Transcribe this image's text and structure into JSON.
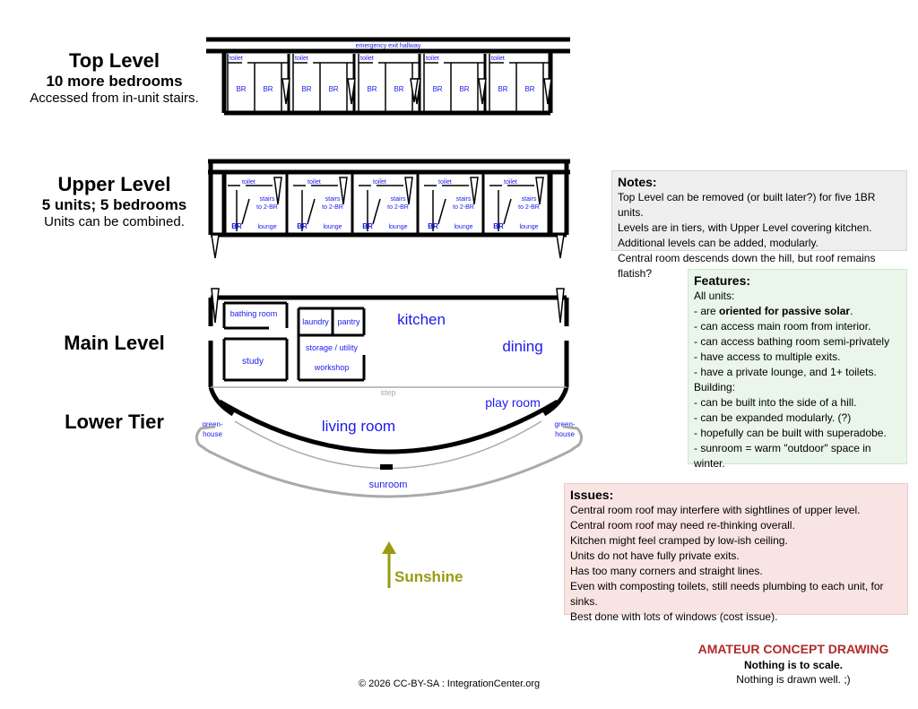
{
  "levels": {
    "top": {
      "title": "Top Level",
      "subtitle": "10 more bedrooms",
      "note": "Accessed from in-unit stairs."
    },
    "upper": {
      "title": "Upper Level",
      "subtitle": "5 units; 5 bedrooms",
      "note": "Units can be combined."
    },
    "main": {
      "title": "Main Level"
    },
    "lower": {
      "title": "Lower Tier"
    }
  },
  "plan": {
    "emergency_hallway": "emergency exit hallway",
    "toilet": "toilet",
    "br": "BR",
    "stairs_1": "stairs",
    "stairs_2": "to 2-BR",
    "lounge": "lounge",
    "bathing_room": "bathing room",
    "study": "study",
    "laundry": "laundry",
    "pantry": "pantry",
    "storage": "storage / utility",
    "workshop": "workshop",
    "kitchen": "kitchen",
    "dining": "dining",
    "step": "step",
    "play_room": "play room",
    "living_room": "living room",
    "greenhouse_1": "green-",
    "greenhouse_2": "house",
    "sunroom": "sunroom",
    "sunshine": "Sunshine"
  },
  "notes": {
    "heading": "Notes:",
    "lines": [
      "Top Level can be removed (or built later?) for five 1BR units.",
      "Levels are in tiers, with Upper Level covering kitchen.",
      "Additional levels can be added, modularly.",
      "Central room descends down the hill, but roof remains flatish?"
    ]
  },
  "features": {
    "heading": "Features:",
    "all_units": "All units:",
    "passive_pre": "- are ",
    "passive_bold": "oriented for passive solar",
    "passive_post": ".",
    "unit_lines": [
      "- can access main room from interior.",
      "- can access bathing room semi-privately",
      "- have access to multiple exits.",
      "- have a private lounge, and 1+ toilets."
    ],
    "building": "Building:",
    "building_lines": [
      "- can be built into the side of a hill.",
      "- can be expanded modularly. (?)",
      "- hopefully can be built with superadobe.",
      "- sunroom = warm \"outdoor\" space in winter."
    ]
  },
  "issues": {
    "heading": "Issues:",
    "lines": [
      "Central room roof may interfere with sightlines of upper level.",
      "Central room roof may need re-thinking overall.",
      "Kitchen might feel cramped by low-ish ceiling.",
      "Units do not have fully private exits.",
      "Has too many corners and straight lines.",
      "Even with composting toilets, still needs plumbing to each unit, for sinks.",
      "Best done with lots of windows (cost issue)."
    ]
  },
  "footer": {
    "copyright": "© 2026 CC-BY-SA : IntegrationCenter.org",
    "amateur": "AMATEUR CONCEPT DRAWING",
    "scale": "Nothing is to scale.",
    "drawn": "Nothing is drawn well. ;)"
  },
  "colors": {
    "label_blue": "#1a1aee",
    "sunshine": "#9a9a10",
    "amateur_red": "#b02a2a",
    "grey_line": "#aaaaaa"
  }
}
